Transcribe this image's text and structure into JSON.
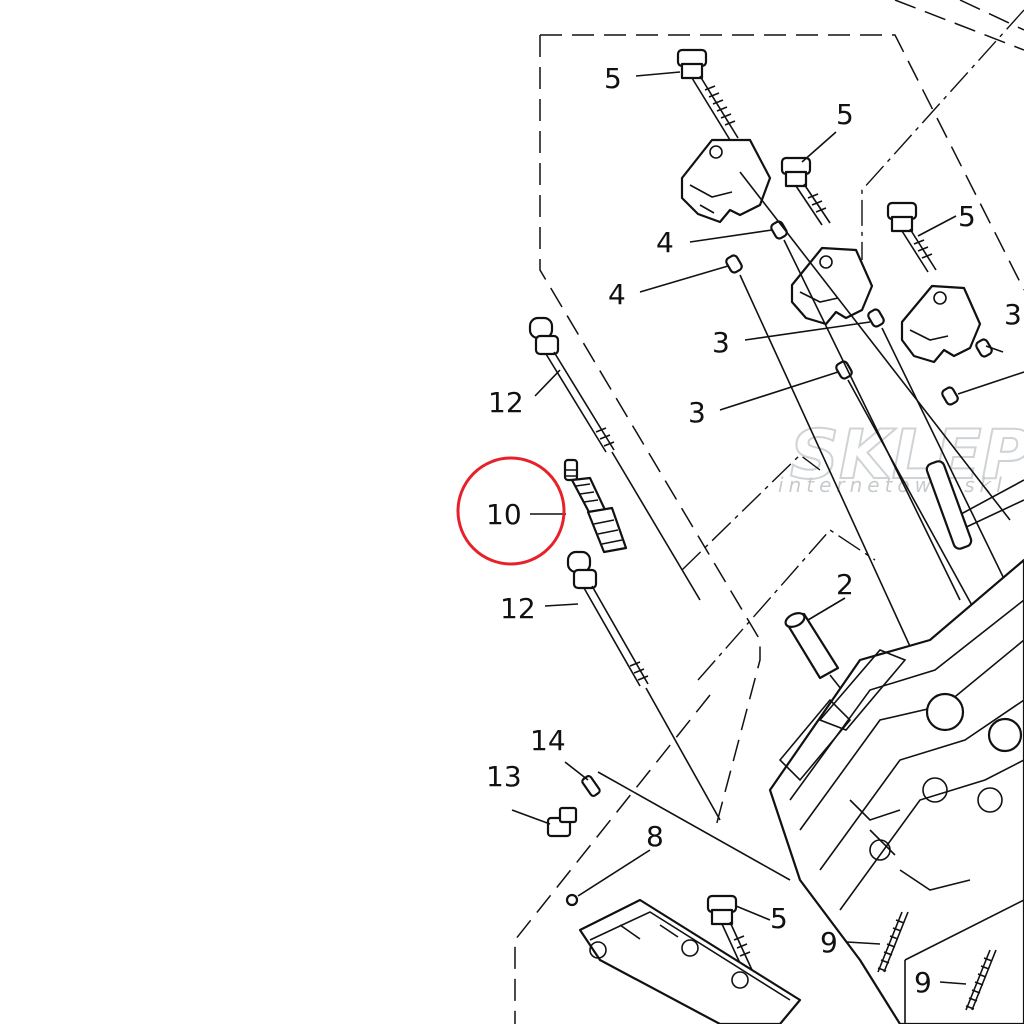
{
  "diagram": {
    "watermark": {
      "main": "SKLEP",
      "sub": "internetowy skl"
    },
    "highlight_color": "#e8202a",
    "callouts": {
      "c5a": "5",
      "c5b": "5",
      "c5c": "5",
      "c5d": "5",
      "c4a": "4",
      "c4b": "4",
      "c3a": "3",
      "c3b": "3",
      "c3c": "3",
      "c12a": "12",
      "c12b": "12",
      "c10": "10",
      "c2": "2",
      "c14": "14",
      "c13": "13",
      "c8": "8",
      "c9a": "9",
      "c9b": "9"
    }
  }
}
